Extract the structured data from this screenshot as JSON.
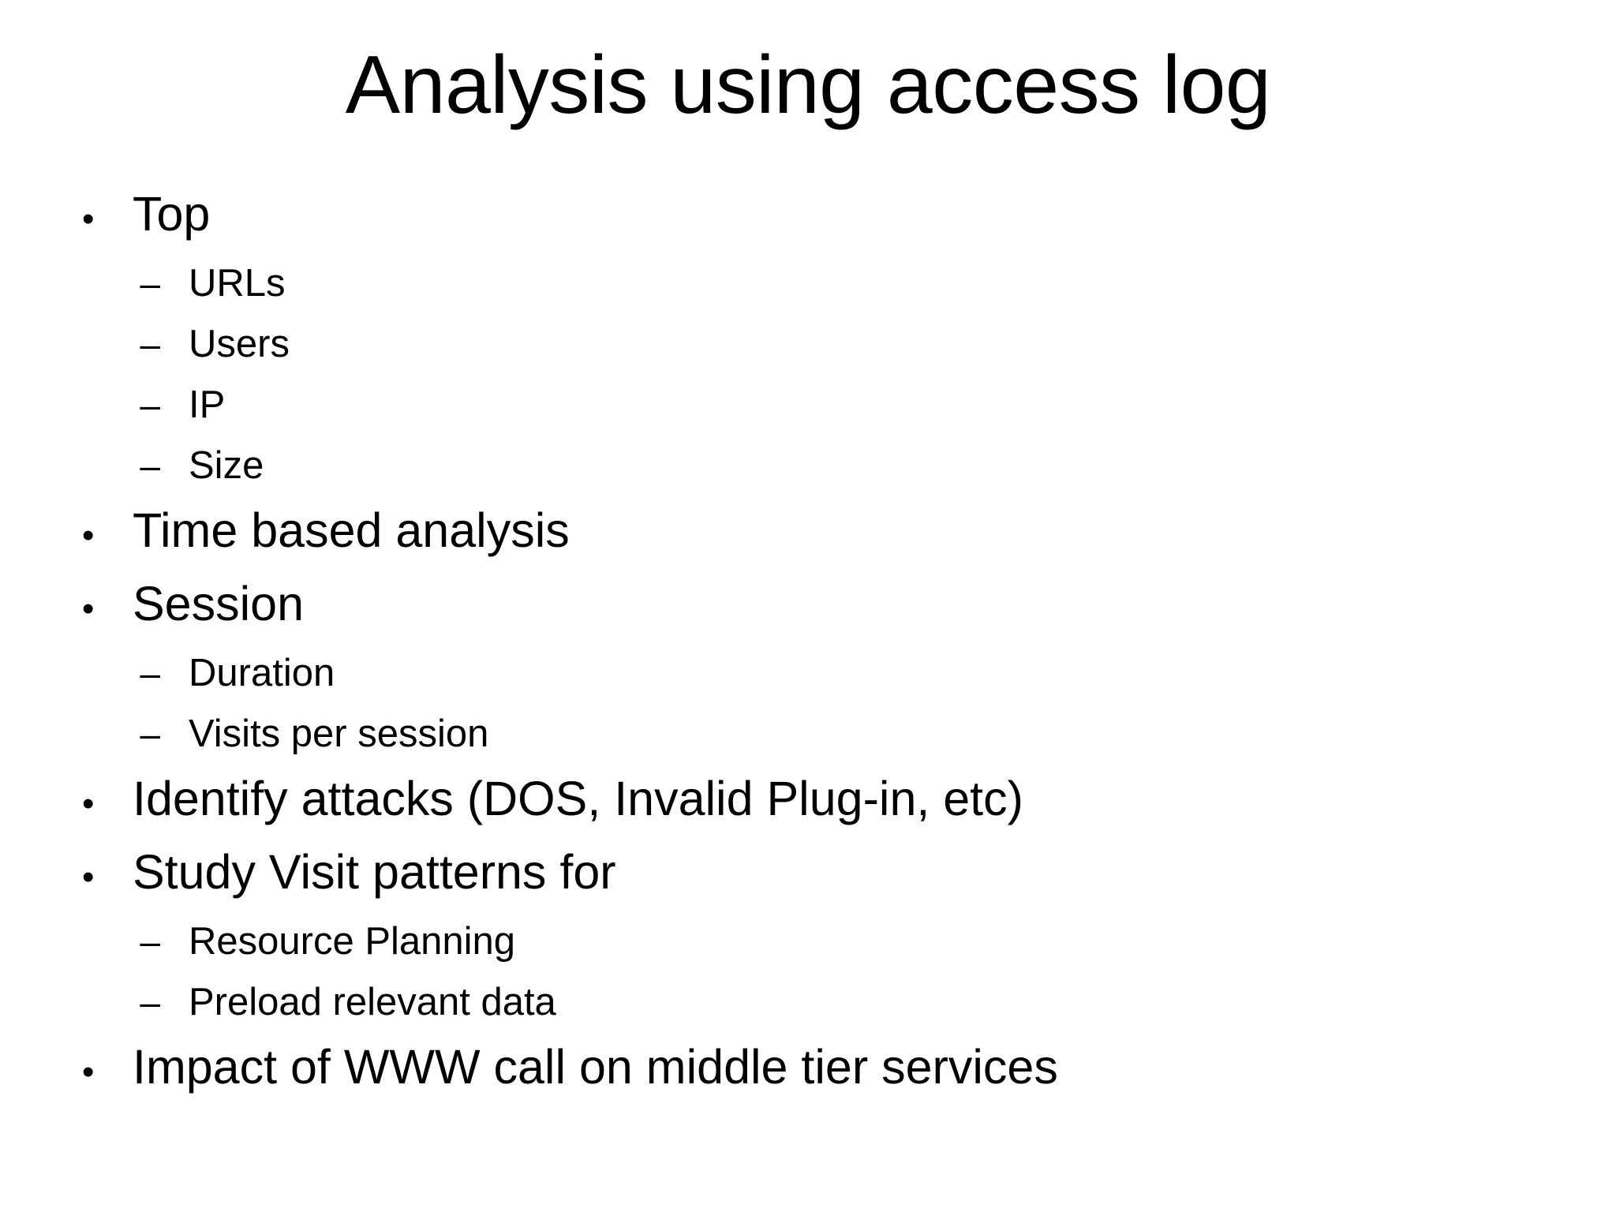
{
  "slide": {
    "title": "Analysis using access log",
    "background_color": "#FFFFFF",
    "text_color": "#000000",
    "bullet_marker_level1": "•",
    "bullet_marker_level2": "–",
    "items": [
      {
        "level": 1,
        "text": "Top"
      },
      {
        "level": 2,
        "text": "URLs"
      },
      {
        "level": 2,
        "text": "Users"
      },
      {
        "level": 2,
        "text": "IP"
      },
      {
        "level": 2,
        "text": "Size"
      },
      {
        "level": 1,
        "text": "Time based analysis"
      },
      {
        "level": 1,
        "text": "Session"
      },
      {
        "level": 2,
        "text": "Duration"
      },
      {
        "level": 2,
        "text": "Visits per session"
      },
      {
        "level": 1,
        "text": "Identify attacks (DOS, Invalid Plug-in, etc)"
      },
      {
        "level": 1,
        "text": "Study Visit patterns for"
      },
      {
        "level": 2,
        "text": "Resource Planning"
      },
      {
        "level": 2,
        "text": "Preload relevant data"
      },
      {
        "level": 1,
        "text": "Impact of WWW call on middle tier services"
      }
    ]
  }
}
